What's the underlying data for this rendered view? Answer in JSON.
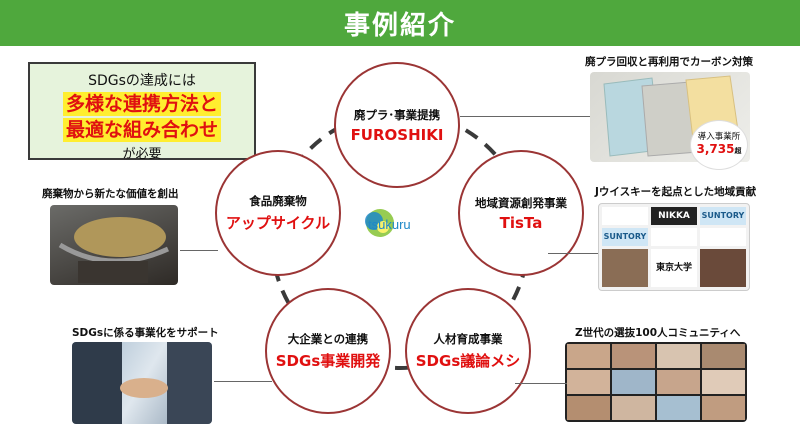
{
  "header": {
    "title": "事例紹介"
  },
  "callout": {
    "line1": "SDGsの達成には",
    "highlight1": "多様な連携方法と",
    "highlight2": "最適な組み合わせ",
    "line4": "が必要"
  },
  "center_logo": {
    "text": "tsukuru"
  },
  "nodes": [
    {
      "sub": "廃プラ･事業提携",
      "main": "FUROSHIKI"
    },
    {
      "sub": "地域資源創発事業",
      "main": "TisTa"
    },
    {
      "sub": "人材育成事業",
      "main": "SDGs議論メシ"
    },
    {
      "sub": "大企業との連携",
      "main": "SDGs事業開発"
    },
    {
      "sub": "食品廃棄物",
      "main": "アップサイクル"
    }
  ],
  "cases": {
    "top_right": {
      "caption": "廃プラ回収と再利用でカーボン対策",
      "badge_label": "導入事業所",
      "badge_value": "3,735",
      "badge_unit": "超"
    },
    "mid_right": {
      "caption": "Jウイスキーを起点とした地域貢献",
      "brand1": "SUNTORY",
      "brand2": "NIKKA",
      "brand3": "SUNTORY",
      "brand4": "東京大学"
    },
    "bottom_right": {
      "caption": "Z世代の選抜100人コミュニティへ"
    },
    "mid_left": {
      "caption": "廃棄物から新たな価値を創出"
    },
    "bottom_left": {
      "caption": "SDGsに係る事業化をサポート"
    }
  },
  "colors": {
    "banner": "#4fa83d",
    "accent_red": "#e01010",
    "highlight_yellow": "#ffee2f",
    "callout_bg": "#e6f3dc",
    "circle_border": "#9b3535"
  }
}
